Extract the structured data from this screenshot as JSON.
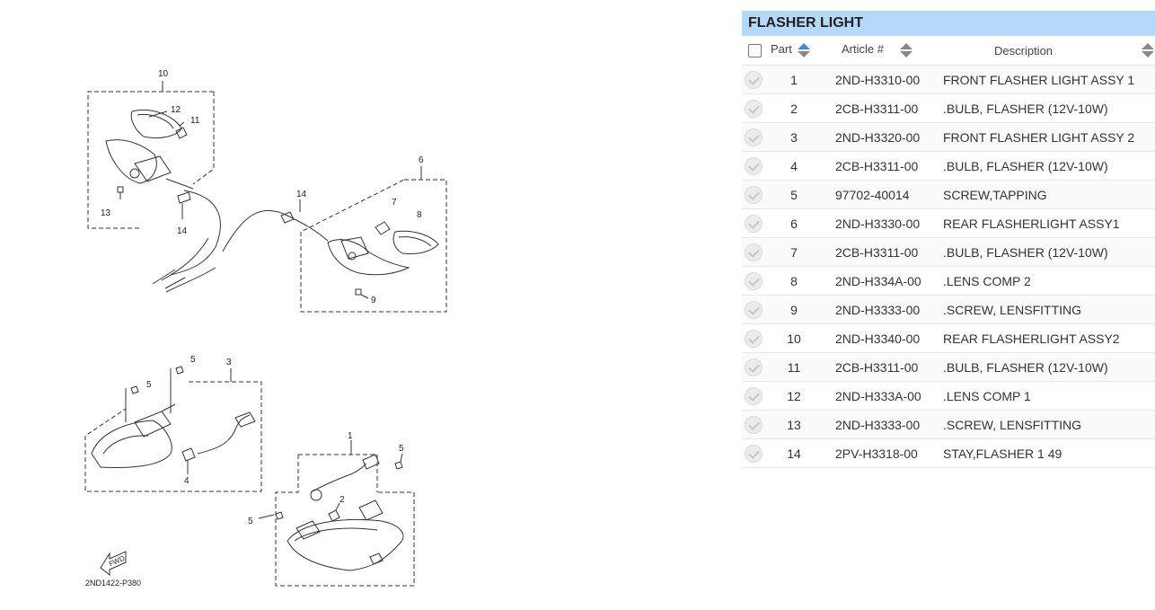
{
  "diagram": {
    "drawing_code": "2ND1422-P380",
    "forward_label": "FWD",
    "callouts": {
      "c10": "10",
      "c12": "12",
      "c11": "11",
      "c13": "13",
      "c14a": "14",
      "c14b": "14",
      "c6": "6",
      "c7": "7",
      "c8": "8",
      "c9": "9",
      "c5a": "5",
      "c5b": "5",
      "c3": "3",
      "c4": "4",
      "c1": "1",
      "c5c": "5",
      "c2": "2",
      "c5d": "5"
    }
  },
  "panel": {
    "title": "FLASHER LIGHT",
    "columns": {
      "part": "Part",
      "article": "Article #",
      "description": "Description"
    },
    "sort_icon_colors": {
      "active": "#3a8fdc",
      "inactive": "#888888"
    },
    "rows": [
      {
        "part": "1",
        "article": "2ND-H3310-00",
        "description": "FRONT FLASHER LIGHT ASSY 1"
      },
      {
        "part": "2",
        "article": "2CB-H3311-00",
        "description": ".BULB, FLASHER (12V-10W)"
      },
      {
        "part": "3",
        "article": "2ND-H3320-00",
        "description": "FRONT FLASHER LIGHT ASSY 2"
      },
      {
        "part": "4",
        "article": "2CB-H3311-00",
        "description": ".BULB, FLASHER (12V-10W)"
      },
      {
        "part": "5",
        "article": "97702-40014",
        "description": "SCREW,TAPPING"
      },
      {
        "part": "6",
        "article": "2ND-H3330-00",
        "description": "REAR FLASHERLIGHT ASSY1"
      },
      {
        "part": "7",
        "article": "2CB-H3311-00",
        "description": ".BULB, FLASHER (12V-10W)"
      },
      {
        "part": "8",
        "article": "2ND-H334A-00",
        "description": ".LENS COMP 2"
      },
      {
        "part": "9",
        "article": "2ND-H3333-00",
        "description": ".SCREW, LENSFITTING"
      },
      {
        "part": "10",
        "article": "2ND-H3340-00",
        "description": "REAR FLASHERLIGHT ASSY2"
      },
      {
        "part": "11",
        "article": "2CB-H3311-00",
        "description": ".BULB, FLASHER (12V-10W)"
      },
      {
        "part": "12",
        "article": "2ND-H333A-00",
        "description": ".LENS COMP 1"
      },
      {
        "part": "13",
        "article": "2ND-H3333-00",
        "description": ".SCREW, LENSFITTING"
      },
      {
        "part": "14",
        "article": "2PV-H3318-00",
        "description": "STAY,FLASHER 1 49"
      }
    ]
  }
}
